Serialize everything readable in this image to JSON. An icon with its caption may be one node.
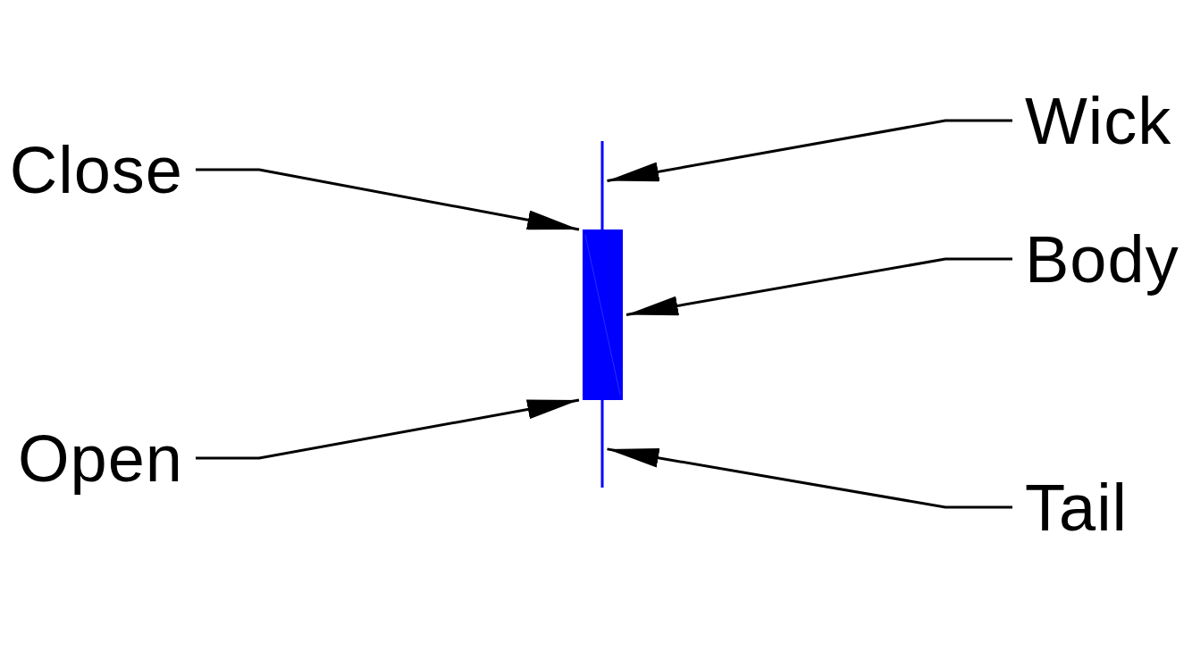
{
  "diagram": {
    "nodes": [
      {
        "text": [
          "Wick"
        ]
      },
      {
        "text": [
          "Close"
        ]
      },
      {
        "text": [
          "Body"
        ]
      },
      {
        "text": [
          "Open"
        ]
      },
      {
        "text": [
          "Tail"
        ]
      },
      {
        "text": [],
        "shape": "line"
      },
      {
        "text": [],
        "shape": "box"
      },
      {
        "text": [],
        "shape": "line"
      }
    ],
    "edges": [
      {
        "from": 0,
        "to": 5,
        "arrow": "to"
      },
      {
        "from": 1,
        "to": 6,
        "arrow": "to"
      },
      {
        "from": 2,
        "to": 6,
        "arrow": "to"
      },
      {
        "from": 3,
        "to": 6,
        "arrow": "to"
      },
      {
        "from": 4,
        "to": 7,
        "arrow": "to"
      }
    ]
  }
}
